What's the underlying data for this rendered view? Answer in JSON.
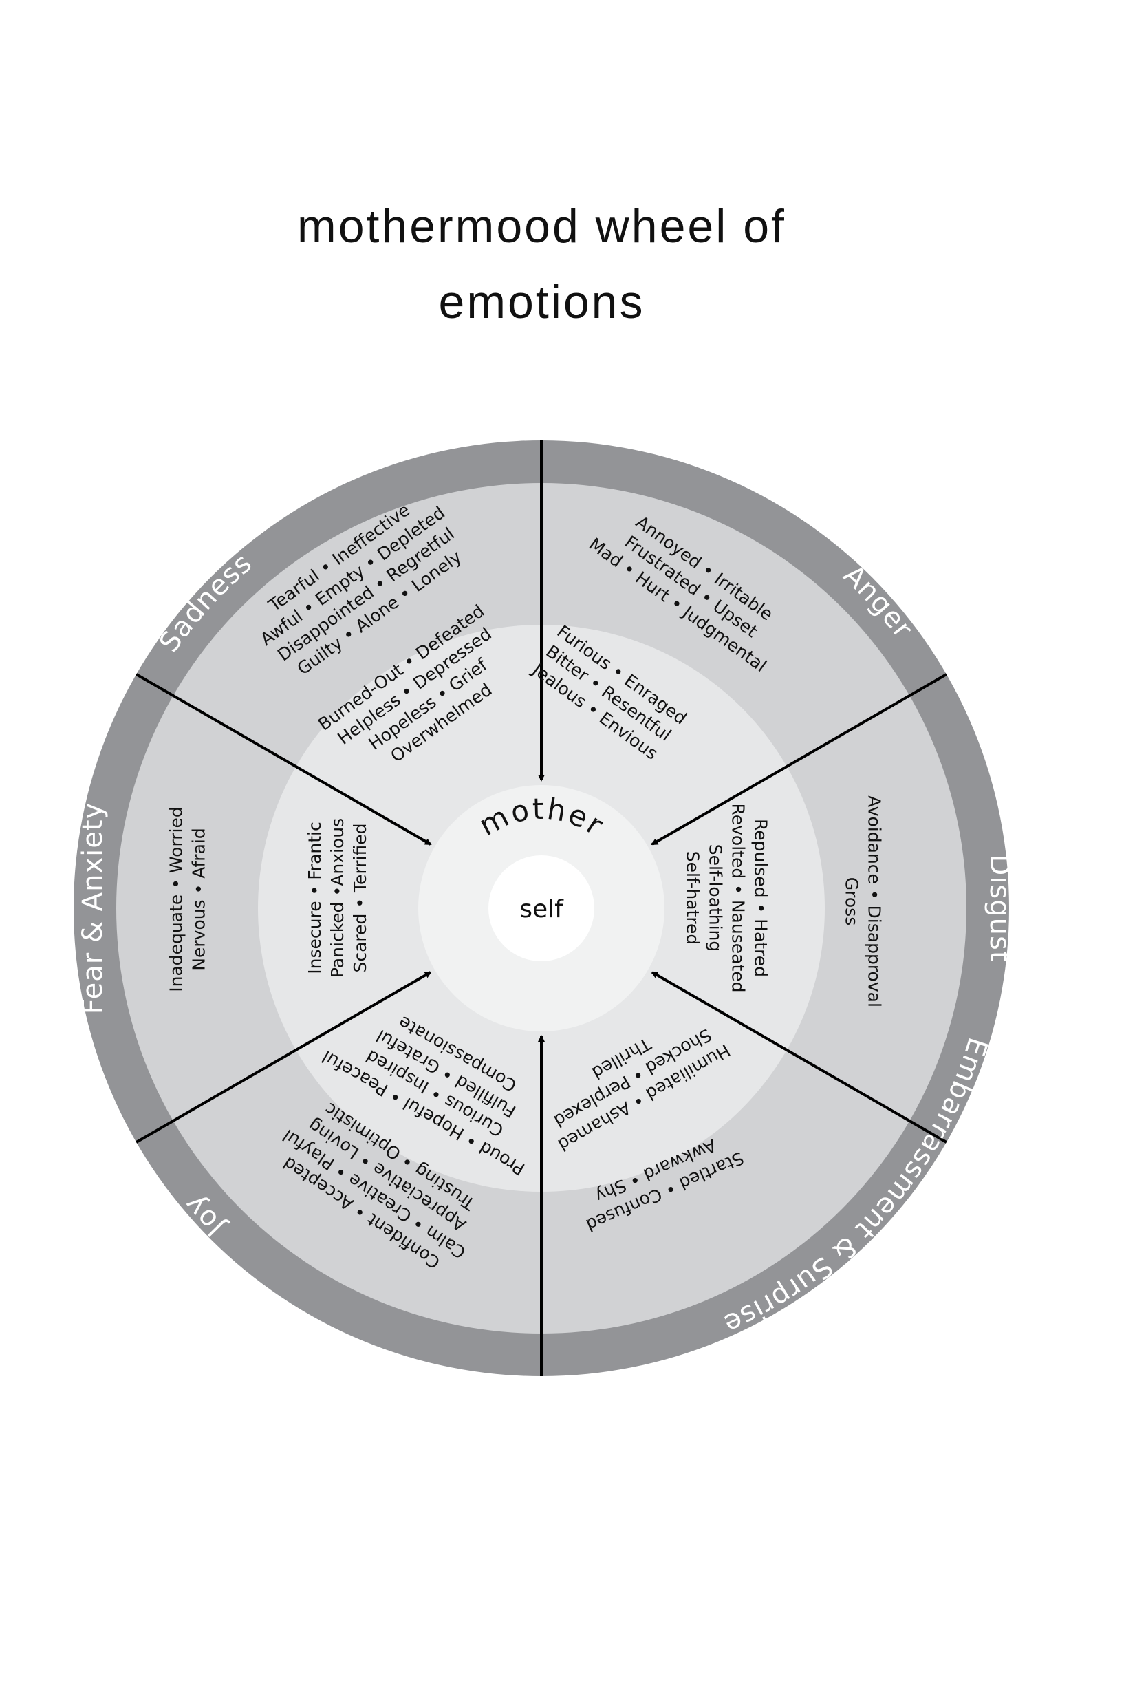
{
  "title": {
    "line1": "mothermood wheel of",
    "line2": "emotions"
  },
  "colors": {
    "outer_band": "#939497",
    "outer_ring": "#d1d2d4",
    "inner_ring": "#e6e7e8",
    "mother_ring": "#f1f2f2",
    "self_circle": "#ffffff",
    "lines": "#000000"
  },
  "center": {
    "mother": "mother",
    "self": "self"
  },
  "sectors": [
    {
      "id": "sadness",
      "label": "Sadness",
      "outer": [
        "Tearful • Ineffective",
        "Awful • Empty • Depleted",
        "Disappointed • Regretful",
        "Guilty • Alone • Lonely"
      ],
      "inner": [
        "Burned-Out • Defeated",
        "Helpless • Depressed",
        "Hopeless •  Grief",
        "Overwhelmed"
      ]
    },
    {
      "id": "anger",
      "label": "Anger",
      "outer": [
        "Annoyed • Irritable",
        "Frustrated • Upset",
        "Mad • Hurt • Judgmental"
      ],
      "inner": [
        "Furious • Enraged",
        "Bitter • Resentful",
        "Jealous • Envious"
      ]
    },
    {
      "id": "disgust",
      "label": "Disgust",
      "outer": [
        "Avoidance • Disapproval",
        "Gross"
      ],
      "inner": [
        "Repulsed • Hatred",
        "Revolted • Nauseated",
        "Self-loathing",
        "Self-hatred"
      ]
    },
    {
      "id": "embarrassment-surprise",
      "label": "Embarrassment & Surprise",
      "outer": [
        "Startled • Confused",
        "Awkward • Shy"
      ],
      "inner": [
        "Humiliated • Ashamed",
        "Shocked • Perplexed",
        "Thrilled"
      ]
    },
    {
      "id": "joy",
      "label": "Joy",
      "outer": [
        "Confident • Accepted",
        "Calm • Creative • Playful",
        "Appreciative • Loving",
        "Trusting • Optimistic"
      ],
      "inner": [
        "Proud • Hopeful • Peaceful",
        "Curious • Inspired",
        "Fulfilled • Grateful",
        "Compassionate"
      ]
    },
    {
      "id": "fear-anxiety",
      "label": "Fear & Anxiety",
      "outer": [
        "Inadequate •  Worried",
        "Nervous • Afraid"
      ],
      "inner": [
        "Insecure • Frantic",
        "Panicked •Anxious",
        "Scared • Terrified"
      ]
    }
  ]
}
